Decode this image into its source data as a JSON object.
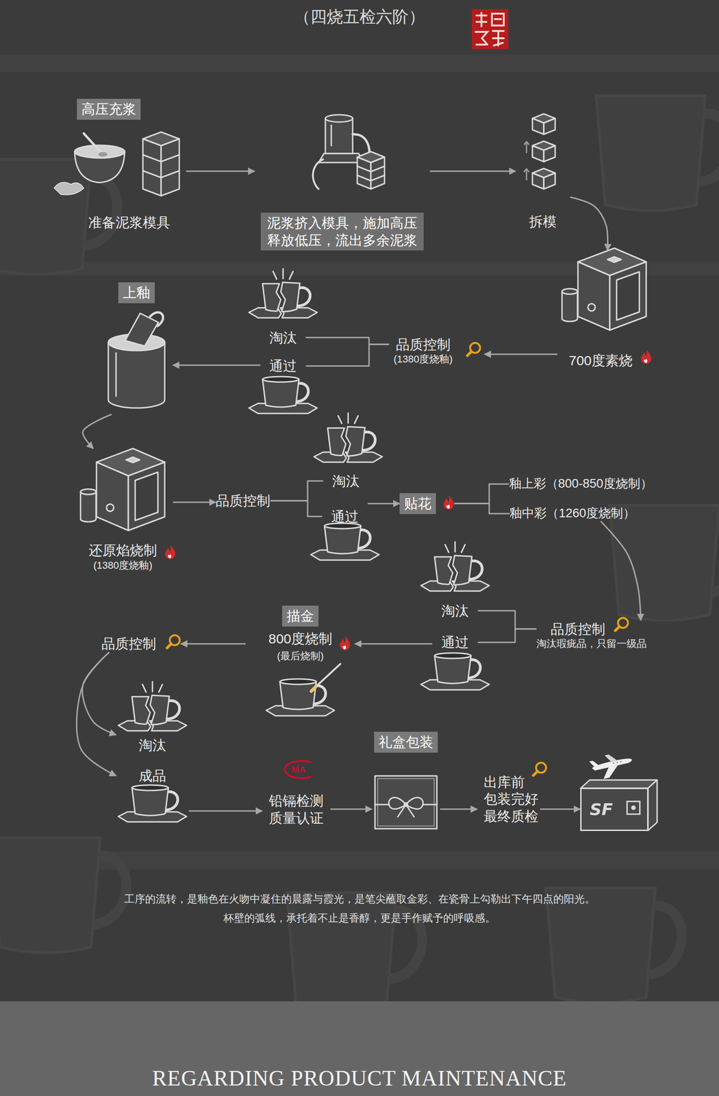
{
  "diagram": {
    "title": "（四烧五检六阶）",
    "caption": "工序的流转，是釉色在火吻中凝住的晨露与霞光，是笔尖蘸取金彩、在瓷骨上勾勒出下午四点的阳光。 杯壁的弧线，承托着不止是香醇，更是手作赋予的呼吸感。",
    "nodes": [
      {
        "text": [
          "高压充浆",
          "准备泥浆模具"
        ]
      },
      {
        "text": [
          "泥浆挤入模具，施加高压 释放低压，流出多余泥浆"
        ]
      },
      {
        "text": [
          "拆模"
        ]
      },
      {
        "text": [
          "700度素烧"
        ]
      },
      {
        "text": [
          "品质控制",
          "(1380度烧釉)"
        ]
      },
      {
        "text": [
          "淘汰"
        ]
      },
      {
        "text": [
          "通过"
        ]
      },
      {
        "text": [
          "上釉"
        ]
      },
      {
        "text": [
          "还原焰烧制",
          "(1380度烧釉)"
        ]
      },
      {
        "text": [
          "品质控制"
        ]
      },
      {
        "text": [
          "淘汰"
        ]
      },
      {
        "text": [
          "通过"
        ]
      },
      {
        "text": [
          "贴花"
        ]
      },
      {
        "text": [
          "釉上彩（800-850度烧制）"
        ]
      },
      {
        "text": [
          "釉中彩（1260度烧制）"
        ]
      },
      {
        "text": [
          "品质控制",
          "淘汰瑕疵品，只留一级品"
        ]
      },
      {
        "text": [
          "淘汰"
        ]
      },
      {
        "text": [
          "通过"
        ]
      },
      {
        "text": [
          "描金",
          "800度烧制",
          "(最后烧制)"
        ]
      },
      {
        "text": [
          "品质控制"
        ]
      },
      {
        "text": [
          "淘汰"
        ]
      },
      {
        "text": [
          "成品"
        ]
      },
      {
        "text": [
          "铅镉检测 质量认证"
        ]
      },
      {
        "text": [
          "礼盒包装"
        ]
      },
      {
        "text": [
          "出库前 包装完好 最终质检"
        ]
      },
      {
        "text": [
          "SF"
        ]
      },
      {
        "text": [
          "REGARDING PRODUCT MAINTENANCE"
        ]
      }
    ],
    "edges": [
      {
        "from": 0,
        "to": 1,
        "arrow": "to"
      },
      {
        "from": 1,
        "to": 2,
        "arrow": "to"
      },
      {
        "from": 2,
        "to": 3,
        "arrow": "to"
      },
      {
        "from": 3,
        "to": 4,
        "arrow": "to"
      },
      {
        "from": 4,
        "to": 5,
        "arrow": "none"
      },
      {
        "from": 4,
        "to": 6,
        "arrow": "none"
      },
      {
        "from": 6,
        "to": 7,
        "arrow": "to"
      },
      {
        "from": 7,
        "to": 8,
        "arrow": "to"
      },
      {
        "from": 8,
        "to": 9,
        "arrow": "to"
      },
      {
        "from": 9,
        "to": 10,
        "arrow": "none"
      },
      {
        "from": 9,
        "to": 11,
        "arrow": "none"
      },
      {
        "from": 11,
        "to": 12,
        "arrow": "to"
      },
      {
        "from": 12,
        "to": 13,
        "arrow": "none"
      },
      {
        "from": 12,
        "to": 14,
        "arrow": "none"
      },
      {
        "from": 14,
        "to": 15,
        "arrow": "to"
      },
      {
        "from": 15,
        "to": 16,
        "arrow": "none"
      },
      {
        "from": 15,
        "to": 17,
        "arrow": "none"
      },
      {
        "from": 17,
        "to": 18,
        "arrow": "to"
      },
      {
        "from": 18,
        "to": 19,
        "arrow": "to"
      },
      {
        "from": 19,
        "to": 20,
        "arrow": "to"
      },
      {
        "from": 19,
        "to": 21,
        "arrow": "to"
      },
      {
        "from": 21,
        "to": 22,
        "arrow": "to"
      },
      {
        "from": 22,
        "to": 23,
        "arrow": "to"
      },
      {
        "from": 23,
        "to": 24,
        "arrow": "to"
      },
      {
        "from": 24,
        "to": 25,
        "arrow": "to"
      }
    ],
    "labels": [
      "MA"
    ]
  }
}
